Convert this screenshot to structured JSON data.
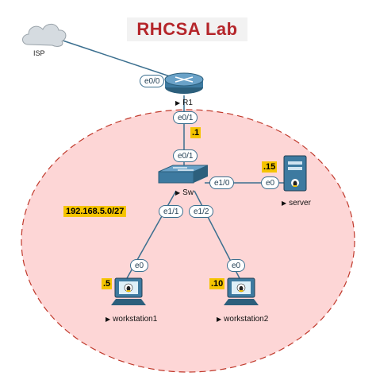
{
  "title": "RHCSA Lab",
  "subnet": "192.168.5.0/27",
  "nodes": {
    "isp": {
      "label": "ISP"
    },
    "router": {
      "label": "R1"
    },
    "switch": {
      "label": "Sw"
    },
    "server": {
      "label": "server"
    },
    "workstation1": {
      "label": "workstation1"
    },
    "workstation2": {
      "label": "workstation2"
    }
  },
  "interfaces": {
    "r1_e0_0": "e0/0",
    "r1_e0_1": "e0/1",
    "sw_e0_1": "e0/1",
    "sw_e1_0": "e1/0",
    "sw_e1_1": "e1/1",
    "sw_e1_2": "e1/2",
    "server_e0": "e0",
    "ws1_e0": "e0",
    "ws2_e0": "e0"
  },
  "ip_suffixes": {
    "router": ".1",
    "server": ".15",
    "workstation1": ".5",
    "workstation2": ".10"
  },
  "colors": {
    "title": "#b5262b",
    "subnet_fill": "#fdd6d6",
    "subnet_border": "#c0392b",
    "ip_highlight": "#f5c400",
    "link": "#3b6f8f",
    "device": "#2c5f7c"
  },
  "icons": {
    "isp": "cloud-icon",
    "router": "router-icon",
    "switch": "switch-icon",
    "server": "linux-server-icon",
    "workstation": "linux-workstation-icon"
  }
}
